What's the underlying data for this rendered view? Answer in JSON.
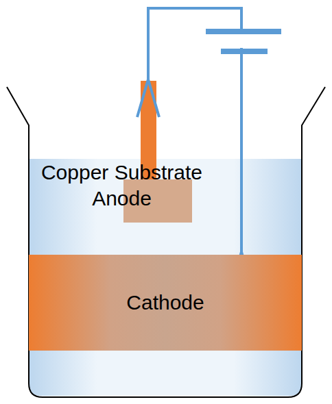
{
  "diagram": {
    "nodes": [
      {
        "text": [
          "Copper Substrate Anode"
        ]
      },
      {
        "text": [
          "Cathode"
        ]
      }
    ],
    "edges": [
      {
        "from": 0,
        "to": 1,
        "arrow": "both"
      }
    ]
  }
}
